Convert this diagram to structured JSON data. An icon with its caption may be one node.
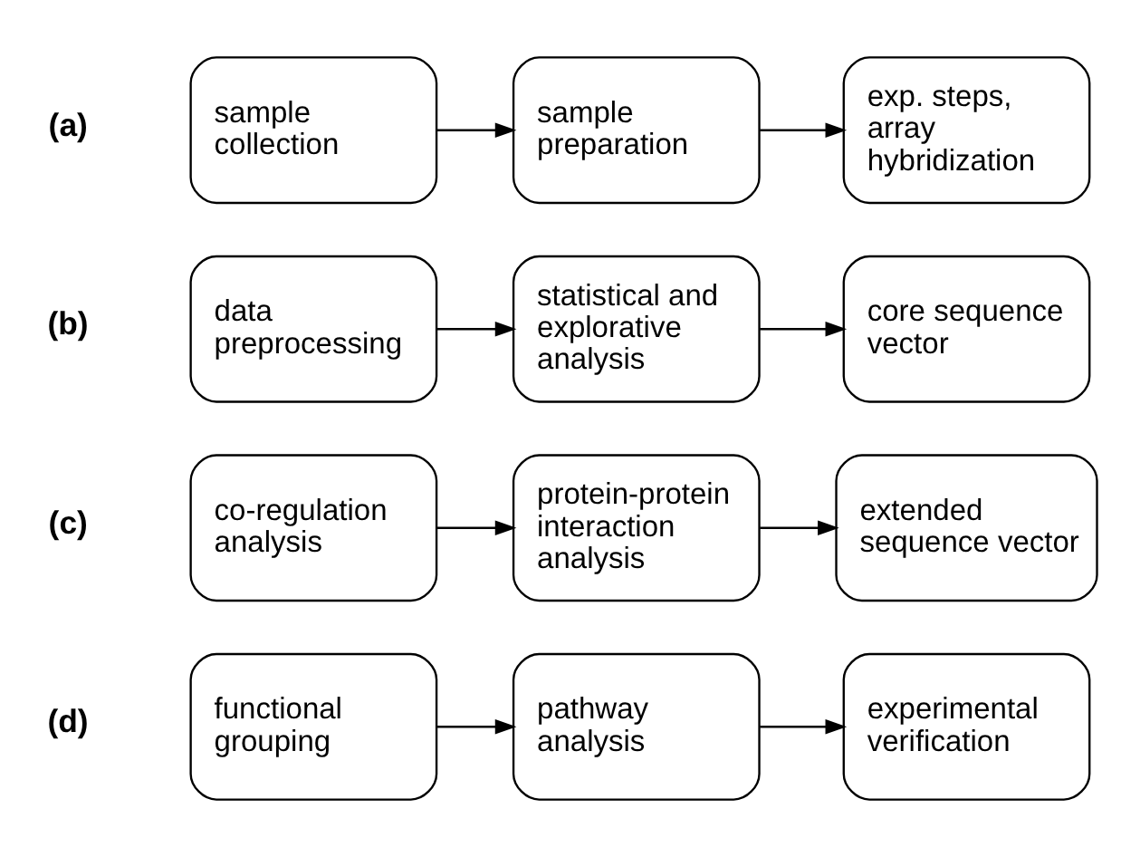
{
  "diagram": {
    "nodes": [
      {
        "text": [
          "sample collection"
        ]
      },
      {
        "text": [
          "sample preparation"
        ]
      },
      {
        "text": [
          "exp. steps, array hybridization"
        ]
      },
      {
        "text": [
          "data preprocessing"
        ]
      },
      {
        "text": [
          "statistical and explorative analysis"
        ]
      },
      {
        "text": [
          "core sequence vector"
        ]
      },
      {
        "text": [
          "co-regulation analysis"
        ]
      },
      {
        "text": [
          "protein-protein interaction analysis"
        ]
      },
      {
        "text": [
          "extended sequence vector"
        ]
      },
      {
        "text": [
          "functional grouping"
        ]
      },
      {
        "text": [
          "pathway analysis"
        ]
      },
      {
        "text": [
          "experimental verification"
        ]
      }
    ],
    "edges": [
      {
        "from": 0,
        "to": 1,
        "arrow": "to"
      },
      {
        "from": 1,
        "to": 2,
        "arrow": "to"
      },
      {
        "from": 3,
        "to": 4,
        "arrow": "to"
      },
      {
        "from": 4,
        "to": 5,
        "arrow": "to"
      },
      {
        "from": 6,
        "to": 7,
        "arrow": "to"
      },
      {
        "from": 7,
        "to": 8,
        "arrow": "to"
      },
      {
        "from": 9,
        "to": 10,
        "arrow": "to"
      },
      {
        "from": 10,
        "to": 11,
        "arrow": "to"
      }
    ],
    "labels": [
      "(a)",
      "(b)",
      "(c)",
      "(d)"
    ]
  }
}
